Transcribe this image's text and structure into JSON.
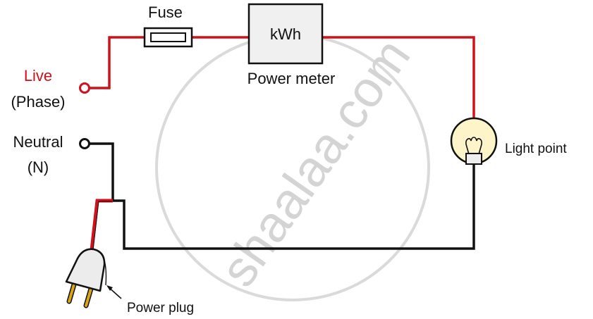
{
  "diagram": {
    "title": "Household electric circuit",
    "labels": {
      "live": "Live",
      "phase": "(Phase)",
      "neutral": "Neutral",
      "neutral_abbr": "(N)",
      "fuse": "Fuse",
      "meter_unit": "kWh",
      "meter": "Power meter",
      "light": "Light point",
      "plug": "Power plug"
    },
    "watermark": "shaalaa.com",
    "colors": {
      "live_wire": "#d0101a",
      "neutral_wire": "#111111",
      "bulb_fill": "#fdf5c9",
      "component_fill": "#f0f0f0",
      "plug_pins": "#d9a514",
      "watermark": "#d4d4d4"
    }
  }
}
